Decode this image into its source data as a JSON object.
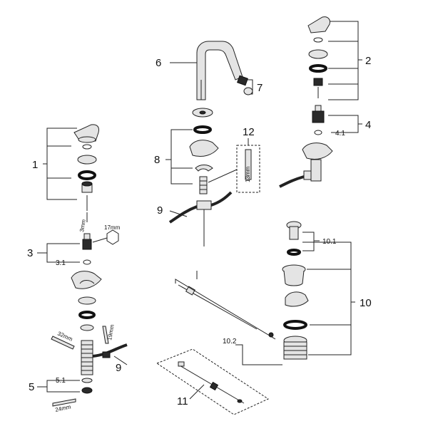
{
  "callouts": {
    "c1": "1",
    "c2": "2",
    "c3": "3",
    "c3_1": "3.1",
    "c4": "4",
    "c4_1": "4.1",
    "c5": "5",
    "c5_1": "5.1",
    "c6": "6",
    "c7": "7",
    "c8": "8",
    "c9_left": "9",
    "c9_right": "9",
    "c10": "10",
    "c10_1": "10.1",
    "c10_2": "10.2",
    "c11": "11",
    "c12": "12"
  },
  "dimensions": {
    "d17mm": "17mm",
    "d3mm": "3mm",
    "d13mm": "13mm",
    "d32mm": "32mm",
    "d19mm": "19mm",
    "d24mm": "24mm"
  }
}
